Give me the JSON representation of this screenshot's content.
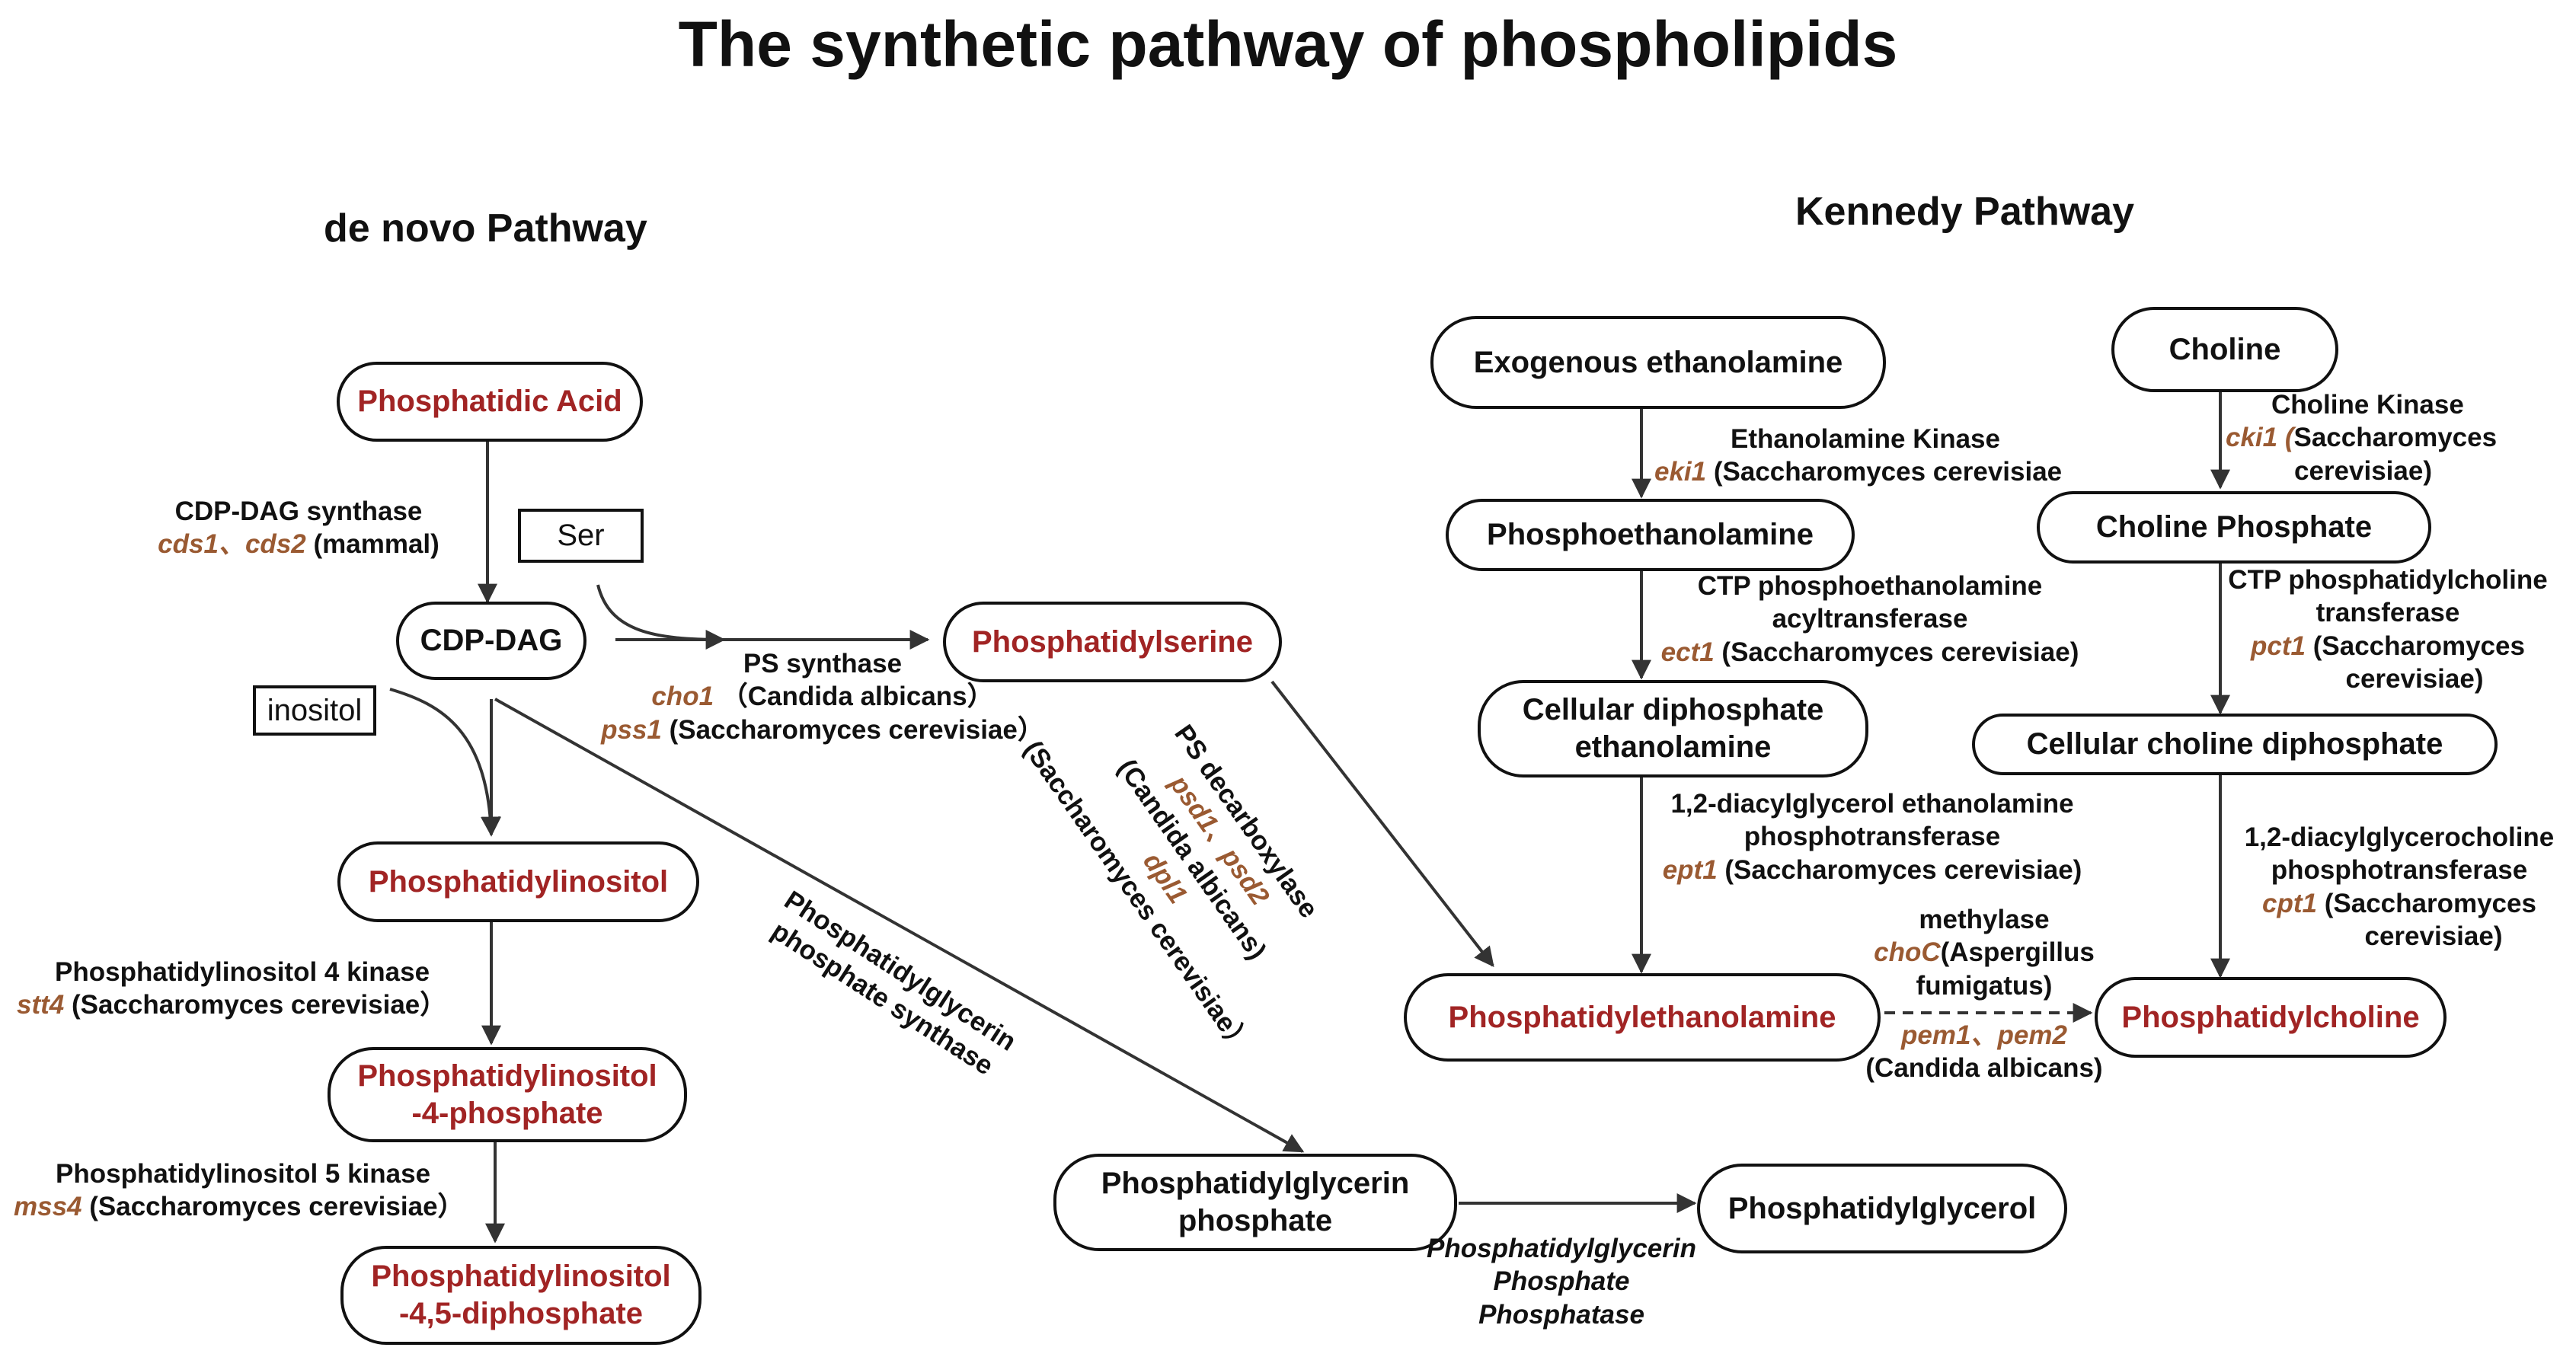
{
  "title": "The synthetic pathway of phospholipids",
  "sections": {
    "de_novo": "de novo Pathway",
    "kennedy": "Kennedy Pathway"
  },
  "colors": {
    "highlight": "#a12424",
    "gene": "#9a5a32",
    "text": "#111111"
  },
  "nodes": {
    "phosphatidic_acid": "Phosphatidic Acid",
    "cdp_dag": "CDP-DAG",
    "ser": "Ser",
    "inositol": "inositol",
    "phosphatidylserine": "Phosphatidylserine",
    "phosphatidylinositol": "Phosphatidylinositol",
    "pi4p": "Phosphatidylinositol\n-4-phosphate",
    "pi45p2": "Phosphatidylinositol\n-4,5-diphosphate",
    "pgp": "Phosphatidylglycerin\nphosphate",
    "phosphatidylglycerol": "Phosphatidylglycerol",
    "exogenous_ethanolamine": "Exogenous ethanolamine",
    "choline": "Choline",
    "phosphoethanolamine": "Phosphoethanolamine",
    "choline_phosphate": "Choline Phosphate",
    "cdp_ethanolamine": "Cellular diphosphate\nethanolamine",
    "cdp_choline": "Cellular choline diphosphate",
    "phosphatidylethanolamine": "Phosphatidylethanolamine",
    "phosphatidylcholine": "Phosphatidylcholine"
  },
  "labels": {
    "cds": {
      "enzyme": "CDP-DAG synthase",
      "gene1": "cds1",
      "sep": "、",
      "gene2": "cds2",
      "organism": " (mammal)"
    },
    "ps_synthase": {
      "enzyme": "PS synthase",
      "gene1": "cho1",
      "org1": " （Candida albicans）",
      "gene2": "pss1",
      "org2": " (Saccharomyces cerevisiae）"
    },
    "ps_decarboxylase": {
      "enzyme": "PS decarboxylase",
      "gene1": "psd1",
      "sep": "、",
      "gene2": "psd2",
      "org1": "(Candida albicans)",
      "gene3": "dpl1",
      "org2": "(Saccharomyces cerevisiae）"
    },
    "pgp_synthase": "Phosphatidylglycerin\nphosphate synthase",
    "pi4k": {
      "enzyme": "Phosphatidylinositol 4 kinase",
      "gene": "stt4",
      "organism": "  (Saccharomyces cerevisiae）"
    },
    "pi5k": {
      "enzyme": "Phosphatidylinositol 5 kinase",
      "gene": "mss4",
      "organism": " (Saccharomyces cerevisiae）"
    },
    "pgp_phosphatase": "Phosphatidylglycerin\nPhosphate\nPhosphatase",
    "eth_kinase": {
      "enzyme": "Ethanolamine Kinase",
      "gene": "eki1",
      "organism": " (Saccharomyces cerevisiae"
    },
    "cho_kinase": {
      "enzyme": "Choline Kinase",
      "gene": "cki1 (",
      "organism1": "Saccharomyces",
      "organism2": "cerevisiae)"
    },
    "ect": {
      "line1": "CTP phosphoethanolamine",
      "line2": "acyltransferase",
      "gene": "ect1",
      "organism": " (Saccharomyces cerevisiae)"
    },
    "pct": {
      "line1": "CTP phosphatidylcholine",
      "line2": "transferase",
      "gene": "pct1",
      "organism1": " (Saccharomyces",
      "organism2": "cerevisiae)"
    },
    "ept": {
      "line1": "1,2-diacylglycerol ethanolamine",
      "line2": "phosphotransferase",
      "gene": "ept1",
      "organism": " (Saccharomyces cerevisiae)"
    },
    "cpt": {
      "line1": "1,2-diacylglycerocholine",
      "line2": "phosphotransferase",
      "gene": "cpt1",
      "organism1": " (Saccharomyces",
      "organism2": "cerevisiae)"
    },
    "methylase": {
      "enzyme": "methylase",
      "gene": "choC",
      "org1": "(Aspergillus",
      "org2": "fumigatus)",
      "gene2": "pem1",
      "sep": "、",
      "gene3": "pem2",
      "org3": "(Candida albicans)"
    }
  }
}
